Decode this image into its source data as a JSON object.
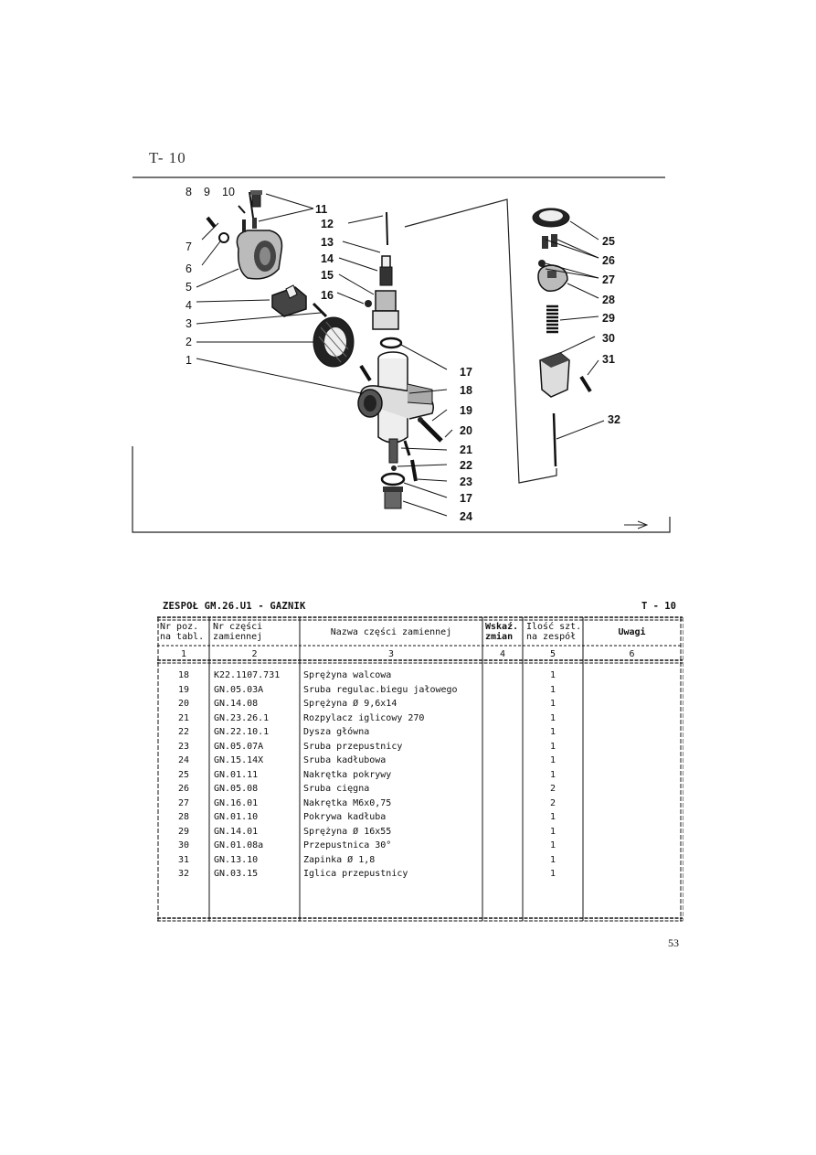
{
  "plate_label": "T- 10",
  "figure": {
    "callouts": [
      "8",
      "9",
      "10",
      "7",
      "6",
      "5",
      "4",
      "3",
      "2",
      "1",
      "11",
      "12",
      "13",
      "14",
      "15",
      "16",
      "17",
      "18",
      "19",
      "20",
      "21",
      "22",
      "23",
      "17",
      "24",
      "25",
      "26",
      "27",
      "28",
      "29",
      "30",
      "31",
      "32"
    ]
  },
  "header": {
    "title": "ZESPOŁ GM.26.U1 - GAZNIK",
    "table_id": "T - 10"
  },
  "table": {
    "columns": [
      {
        "line1": "Nr poz.",
        "line2": "na tabl."
      },
      {
        "line1": "Nr części",
        "line2": "zamiennej"
      },
      {
        "line1": "Nazwa części zamiennej",
        "line2": ""
      },
      {
        "line1": "Wskaź.",
        "line2": "zmian"
      },
      {
        "line1": "Ilość szt.",
        "line2": "na zespół"
      },
      {
        "line1": "Uwagi",
        "line2": ""
      }
    ],
    "column_numbers": [
      "1",
      "2",
      "3",
      "4",
      "5",
      "6"
    ],
    "rows": [
      {
        "pos": "18",
        "part": "K22.1107.731",
        "name": "Sprężyna walcowa",
        "change": "",
        "qty": "1",
        "notes": ""
      },
      {
        "pos": "19",
        "part": "GN.05.03A",
        "name": "Sruba regulac.biegu jałowego",
        "change": "",
        "qty": "1",
        "notes": ""
      },
      {
        "pos": "20",
        "part": "GN.14.08",
        "name": "Sprężyna Ø 9,6x14",
        "change": "",
        "qty": "1",
        "notes": ""
      },
      {
        "pos": "21",
        "part": "GN.23.26.1",
        "name": "Rozpylacz iglicowy 270",
        "change": "",
        "qty": "1",
        "notes": ""
      },
      {
        "pos": "22",
        "part": "GN.22.10.1",
        "name": "Dysza główna",
        "change": "",
        "qty": "1",
        "notes": ""
      },
      {
        "pos": "23",
        "part": "GN.05.07A",
        "name": "Sruba przepustnicy",
        "change": "",
        "qty": "1",
        "notes": ""
      },
      {
        "pos": "24",
        "part": "GN.15.14X",
        "name": "Sruba kadłubowa",
        "change": "",
        "qty": "1",
        "notes": ""
      },
      {
        "pos": "25",
        "part": "GN.01.11",
        "name": "Nakrętka pokrywy",
        "change": "",
        "qty": "1",
        "notes": ""
      },
      {
        "pos": "26",
        "part": "GN.05.08",
        "name": "Sruba cięgna",
        "change": "",
        "qty": "2",
        "notes": ""
      },
      {
        "pos": "27",
        "part": "GN.16.01",
        "name": "Nakrętka M6x0,75",
        "change": "",
        "qty": "2",
        "notes": ""
      },
      {
        "pos": "28",
        "part": "GN.01.10",
        "name": "Pokrywa kadłuba",
        "change": "",
        "qty": "1",
        "notes": ""
      },
      {
        "pos": "29",
        "part": "GN.14.01",
        "name": "Sprężyna Ø 16x55",
        "change": "",
        "qty": "1",
        "notes": ""
      },
      {
        "pos": "30",
        "part": "GN.01.08a",
        "name": "Przepustnica 30°",
        "change": "",
        "qty": "1",
        "notes": ""
      },
      {
        "pos": "31",
        "part": "GN.13.10",
        "name": "Zapinka Ø 1,8",
        "change": "",
        "qty": "1",
        "notes": ""
      },
      {
        "pos": "32",
        "part": "GN.03.15",
        "name": "Iglica przepustnicy",
        "change": "",
        "qty": "1",
        "notes": ""
      }
    ]
  },
  "page_number": "53"
}
